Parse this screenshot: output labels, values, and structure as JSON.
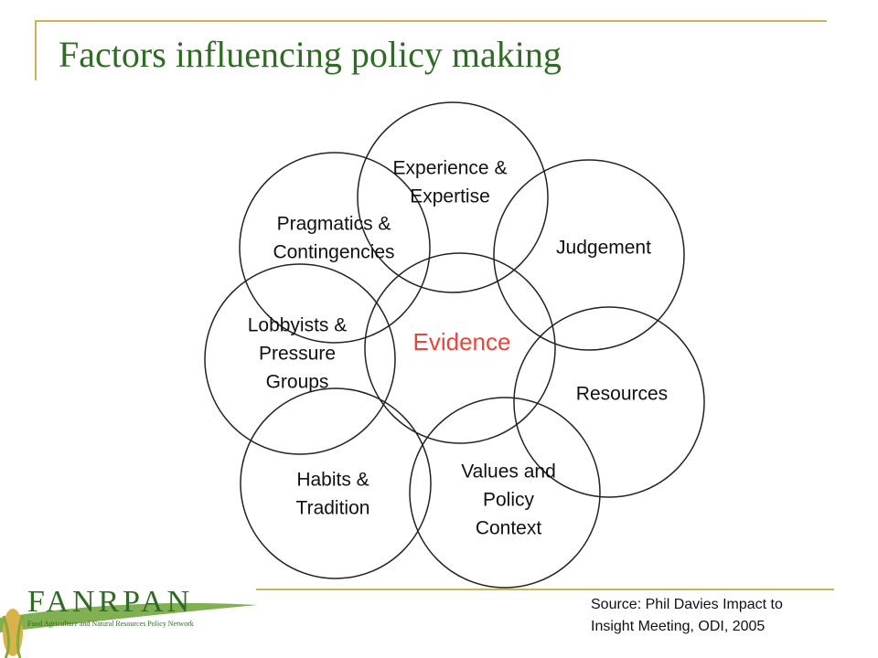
{
  "title": "Factors influencing policy making",
  "center": {
    "label": "Evidence",
    "color": "#e8453c"
  },
  "factors": [
    {
      "id": "experience",
      "lines": [
        "Experience &",
        "Expertise"
      ]
    },
    {
      "id": "judgement",
      "lines": [
        "Judgement"
      ]
    },
    {
      "id": "resources",
      "lines": [
        "Resources"
      ]
    },
    {
      "id": "values",
      "lines": [
        "Values and",
        "Policy",
        "Context"
      ]
    },
    {
      "id": "habits",
      "lines": [
        "Habits &",
        "Tradition"
      ]
    },
    {
      "id": "lobbyists",
      "lines": [
        "Lobbyists &",
        "Pressure",
        "Groups"
      ]
    },
    {
      "id": "pragmatics",
      "lines": [
        "Pragmatics &",
        "Contingencies"
      ]
    }
  ],
  "source": {
    "line1": "Source: Phil Davies Impact to",
    "line2": "Insight Meeting, ODI, 2005"
  },
  "logo": {
    "name": "FANRPAN",
    "subtitle": "Food Agriculture and Natural Resources Policy Network"
  },
  "colors": {
    "title": "#2f6b25",
    "accent_rule": "#c9b458",
    "circle_stroke": "#222222"
  }
}
